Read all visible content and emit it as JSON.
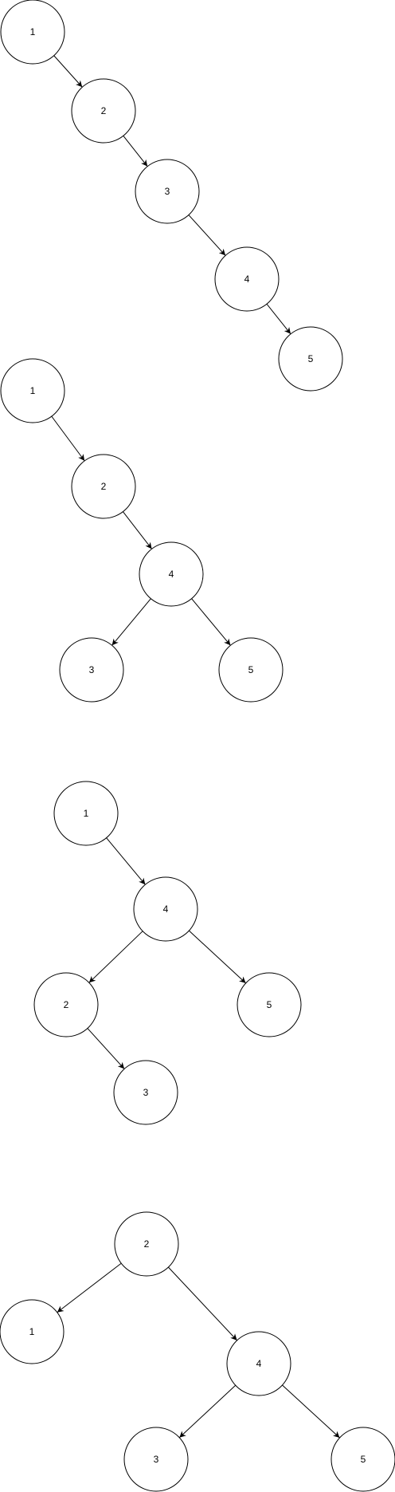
{
  "colors": {
    "background": "#ffffff",
    "stroke": "#000000",
    "text": "#000000"
  },
  "diagrams": [
    {
      "id": "tree-1",
      "nodes": [
        {
          "id": "t1n1",
          "label": "1"
        },
        {
          "id": "t1n2",
          "label": "2"
        },
        {
          "id": "t1n3",
          "label": "3"
        },
        {
          "id": "t1n4",
          "label": "4"
        },
        {
          "id": "t1n5",
          "label": "5"
        }
      ],
      "edges": [
        {
          "from": "t1n1",
          "to": "t1n2"
        },
        {
          "from": "t1n2",
          "to": "t1n3"
        },
        {
          "from": "t1n3",
          "to": "t1n4"
        },
        {
          "from": "t1n4",
          "to": "t1n5"
        }
      ]
    },
    {
      "id": "tree-2",
      "nodes": [
        {
          "id": "t2n1",
          "label": "1"
        },
        {
          "id": "t2n2",
          "label": "2"
        },
        {
          "id": "t2n4",
          "label": "4"
        },
        {
          "id": "t2n3",
          "label": "3"
        },
        {
          "id": "t2n5",
          "label": "5"
        }
      ],
      "edges": [
        {
          "from": "t2n1",
          "to": "t2n2"
        },
        {
          "from": "t2n2",
          "to": "t2n4"
        },
        {
          "from": "t2n4",
          "to": "t2n3"
        },
        {
          "from": "t2n4",
          "to": "t2n5"
        }
      ]
    },
    {
      "id": "tree-3",
      "nodes": [
        {
          "id": "t3n1",
          "label": "1"
        },
        {
          "id": "t3n4",
          "label": "4"
        },
        {
          "id": "t3n2",
          "label": "2"
        },
        {
          "id": "t3n5",
          "label": "5"
        },
        {
          "id": "t3n3",
          "label": "3"
        }
      ],
      "edges": [
        {
          "from": "t3n1",
          "to": "t3n4"
        },
        {
          "from": "t3n4",
          "to": "t3n2"
        },
        {
          "from": "t3n4",
          "to": "t3n5"
        },
        {
          "from": "t3n2",
          "to": "t3n3"
        }
      ]
    },
    {
      "id": "tree-4",
      "nodes": [
        {
          "id": "t4n2",
          "label": "2"
        },
        {
          "id": "t4n1",
          "label": "1"
        },
        {
          "id": "t4n4",
          "label": "4"
        },
        {
          "id": "t4n3",
          "label": "3"
        },
        {
          "id": "t4n5",
          "label": "5"
        }
      ],
      "edges": [
        {
          "from": "t4n2",
          "to": "t4n1"
        },
        {
          "from": "t4n2",
          "to": "t4n4"
        },
        {
          "from": "t4n4",
          "to": "t4n3"
        },
        {
          "from": "t4n4",
          "to": "t4n5"
        }
      ]
    }
  ]
}
